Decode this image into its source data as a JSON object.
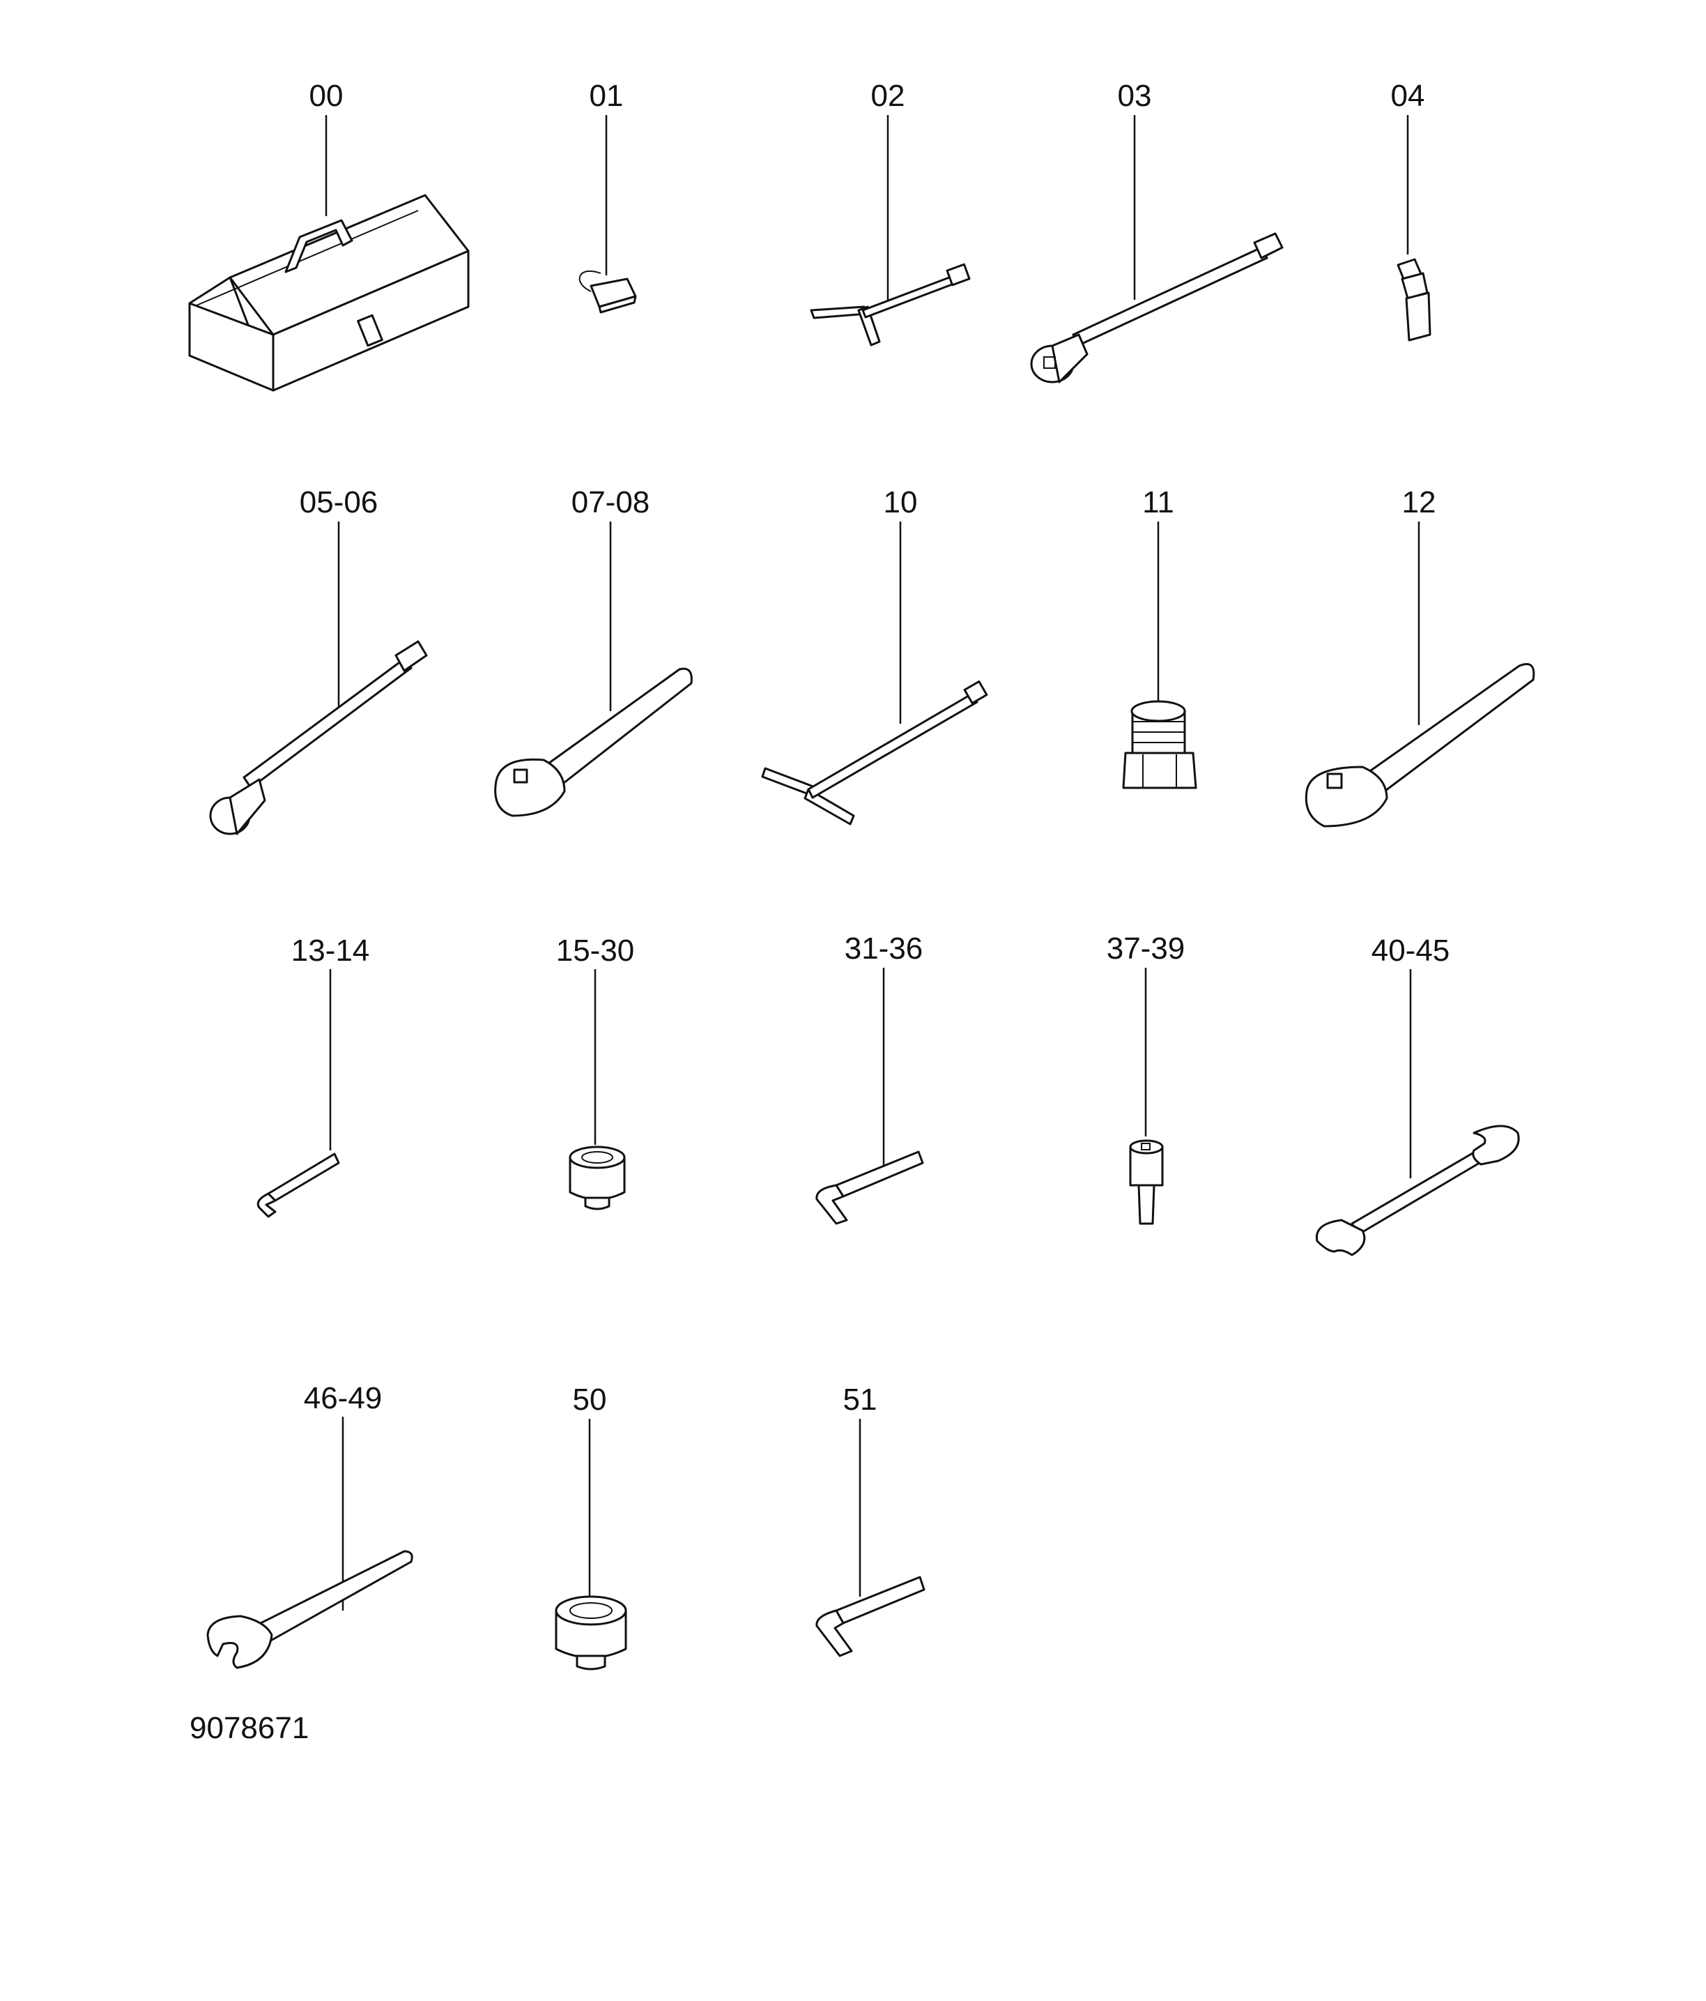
{
  "drawing_number": "9078671",
  "items": [
    {
      "key": "toolbox",
      "label": "00"
    },
    {
      "key": "padlock",
      "label": "01"
    },
    {
      "key": "t-handle-small",
      "label": "02"
    },
    {
      "key": "extension-bar",
      "label": "03"
    },
    {
      "key": "universal-joint",
      "label": "04"
    },
    {
      "key": "long-extension",
      "label": "05-06"
    },
    {
      "key": "ratchet-small",
      "label": "07-08"
    },
    {
      "key": "t-handle-long",
      "label": "10"
    },
    {
      "key": "adapter",
      "label": "11"
    },
    {
      "key": "ratchet-large",
      "label": "12"
    },
    {
      "key": "l-key-small",
      "label": "13-14"
    },
    {
      "key": "socket-small",
      "label": "15-30"
    },
    {
      "key": "hex-key-medium",
      "label": "31-36"
    },
    {
      "key": "bit-socket",
      "label": "37-39"
    },
    {
      "key": "combination-wrench",
      "label": "40-45"
    },
    {
      "key": "open-end-wrench",
      "label": "46-49"
    },
    {
      "key": "socket-large",
      "label": "50"
    },
    {
      "key": "hex-key-large",
      "label": "51"
    }
  ]
}
